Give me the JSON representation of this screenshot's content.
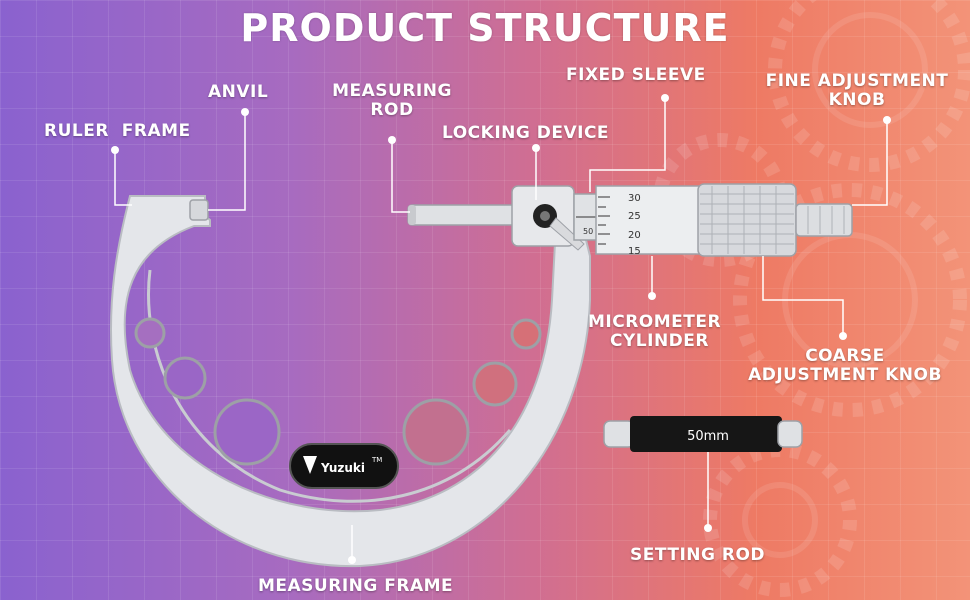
{
  "title": "PRODUCT STRUCTURE",
  "labels": {
    "anvil": "ANVIL",
    "ruler_frame": "RULER  FRAME",
    "measuring_rod_1": "MEASURING",
    "measuring_rod_2": "ROD",
    "fixed_sleeve": "FIXED SLEEVE",
    "locking_device": "LOCKING DEVICE",
    "fine_knob_1": "FINE ADJUSTMENT",
    "fine_knob_2": "KNOB",
    "micrometer_cylinder_1": "MICROMETER",
    "micrometer_cylinder_2": "CYLINDER",
    "coarse_knob_1": "COARSE",
    "coarse_knob_2": "ADJUSTMENT KNOB",
    "setting_rod": "SETTING ROD",
    "measuring_frame": "MEASURING FRAME"
  },
  "product": {
    "brand": "Yuzuki",
    "trademark": "TM",
    "setting_rod_size": "50mm",
    "scale_numbers": [
      "30",
      "25",
      "20",
      "15"
    ],
    "sleeve_number": "50"
  },
  "colors": {
    "frame": "#e4e6ea",
    "bg_left": "#8a62cf",
    "bg_right": "#f39378"
  }
}
